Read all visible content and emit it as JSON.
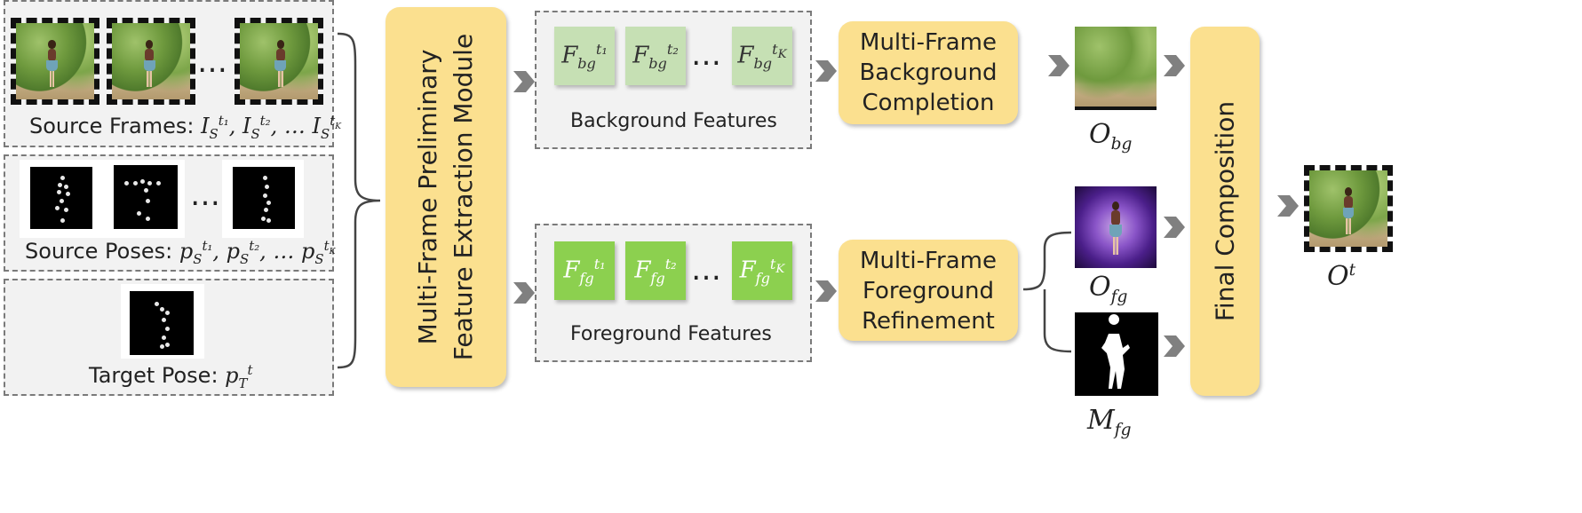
{
  "inputs": {
    "source_frames_label": "Source Frames: ",
    "source_frames_math": [
      "I",
      "S",
      "t1",
      ", I",
      "S",
      "t2",
      ", … I",
      "S",
      "tK"
    ],
    "source_poses_label": "Source Poses: ",
    "target_pose_label": "Target Pose: "
  },
  "modules": {
    "extraction": "Multi-Frame Preliminary Feature Extraction Module",
    "extraction_line1": "Multi-Frame Preliminary",
    "extraction_line2": "Feature Extraction Module",
    "bg_completion": [
      "Multi-Frame",
      "Background",
      "Completion"
    ],
    "fg_refinement": [
      "Multi-Frame",
      "Foreground",
      "Refinement"
    ],
    "final": "Final Composition"
  },
  "features": {
    "background_caption": "Background Features",
    "foreground_caption": "Foreground Features",
    "ellipsis": "…",
    "bg_items": [
      "F_bg^t1",
      "F_bg^t2",
      "F_bg^tK"
    ],
    "fg_items": [
      "F_fg^t1",
      "F_fg^t2",
      "F_fg^tK"
    ]
  },
  "outputs": {
    "o_bg": "O_bg",
    "o_fg": "O_fg",
    "m_fg": "M_fg",
    "o_t": "O^t"
  },
  "colors": {
    "yellow_module": "#fbe08f",
    "bg_feature": "#c6e0b4",
    "fg_feature": "#8cd04f",
    "panel_fill": "#f2f2f2",
    "arrow": "#808080"
  }
}
